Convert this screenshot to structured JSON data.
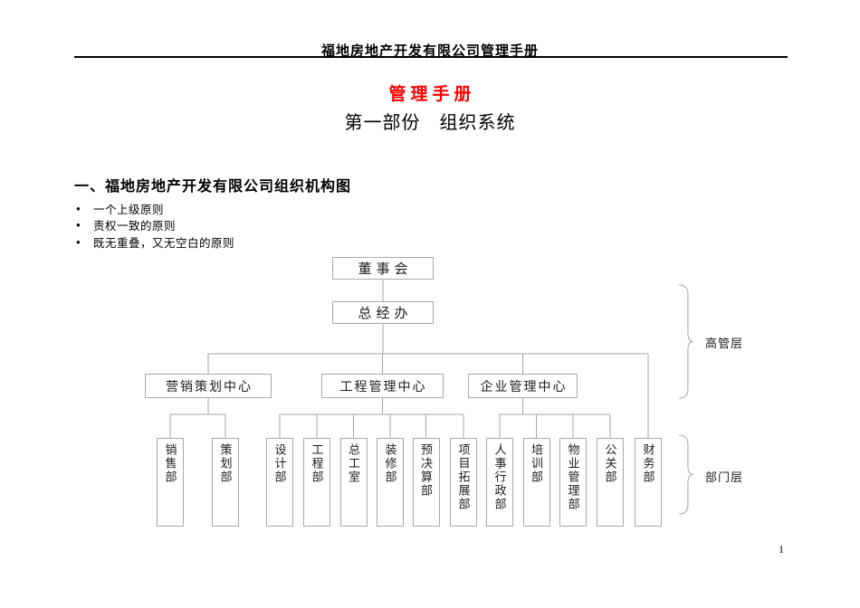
{
  "page": {
    "header_title": "福地房地产开发有限公司管理手册",
    "doc_title": "管理手册",
    "doc_subtitle": "第一部份　组织系统",
    "section_heading": "一、福地房地产开发有限公司组织机构图",
    "bullet_glyph": "●",
    "principles": [
      "一个上级原则",
      "责权一致的原则",
      "既无重叠，又无空白的原则"
    ],
    "page_number": "1"
  },
  "org_chart": {
    "root": "董事会",
    "gm_office": "总经办",
    "centers": [
      {
        "label": "营销策划中心",
        "departments": [
          "销售部",
          "策划部"
        ]
      },
      {
        "label": "工程管理中心",
        "departments": [
          "设计部",
          "工程部",
          "总工室",
          "装修部",
          "预决算部",
          "项目拓展部"
        ]
      },
      {
        "label": "企业管理中心",
        "departments": [
          "人事行政部",
          "培训部",
          "物业管理部",
          "公关部"
        ]
      }
    ],
    "direct_departments": [
      "财务部"
    ],
    "layers": [
      {
        "label": "高管层"
      },
      {
        "label": "部门层"
      }
    ]
  }
}
